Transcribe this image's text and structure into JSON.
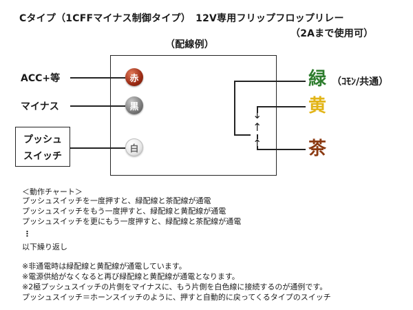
{
  "title": {
    "line1": "Cタイプ（1CFFマイナス制御タイプ）　12V専用フリップフロップリレー",
    "line2": "（2Aまで使用可）",
    "subtitle": "（配線例）"
  },
  "wires": {
    "acc_label": "ACC+等",
    "minus_label": "マイナス",
    "switch_label_1": "プッシュ",
    "switch_label_2": "スイッチ"
  },
  "terminals": {
    "red": "赤",
    "black": "黒",
    "white": "白"
  },
  "outputs": {
    "green": "緑",
    "green_note": "（ｺﾓﾝ/共通）",
    "yellow": "黄",
    "brown": "茶"
  },
  "colors": {
    "green": "#2e7d2e",
    "yellow": "#e2b416",
    "brown": "#8b3a12",
    "red_terminal": "#9b2b14"
  },
  "chart": {
    "header": "＜動作チャート＞",
    "steps": [
      "プッシュスイッチを一度押すと、緑配線と茶配線が通電",
      "プッシュスイッチをもう一度押すと、緑配線と黄配線が通電",
      "プッシュスイッチを更にもう一度押すと、緑配線と茶配線が通電"
    ],
    "ellipsis": "⋮",
    "repeat": "以下繰り返し"
  },
  "notes": [
    "※非通電時は緑配線と黄配線が通電しています。",
    "※電源供給がなくなると再び緑配線と黄配線が通電となります。",
    "※2極プッシュスイッチの片側をマイナスに、もう片側を白色線に接続するのが通例です。",
    "プッシュスイッチ＝ホーンスイッチのように、押すと自動的に戻ってくるタイプのスイッチ"
  ]
}
